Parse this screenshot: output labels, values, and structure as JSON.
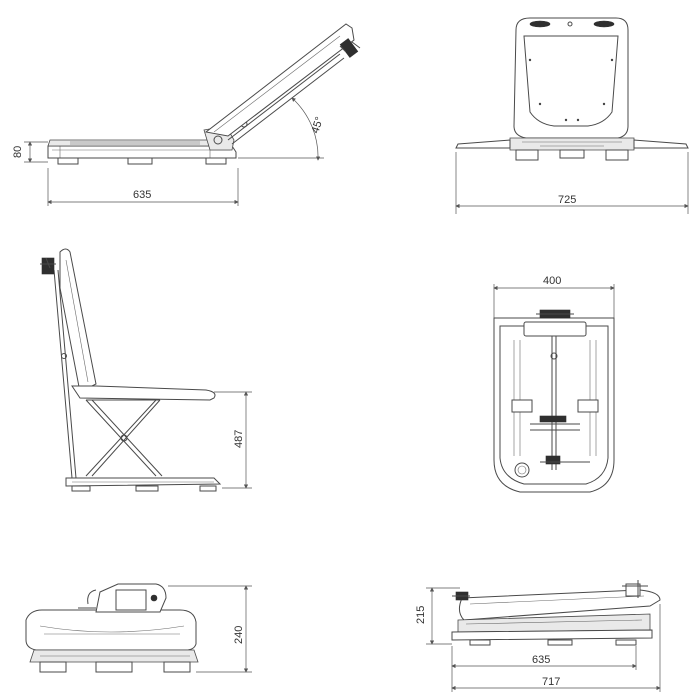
{
  "dimensions": {
    "side_reclined_height": "80",
    "side_reclined_length": "635",
    "recline_angle": "45°",
    "front_width": "725",
    "side_raised_height": "487",
    "top_width": "400",
    "front_lowered_height": "240",
    "side_lowered_height": "215",
    "side_lowered_seat_length": "635",
    "side_lowered_total_length": "717"
  }
}
